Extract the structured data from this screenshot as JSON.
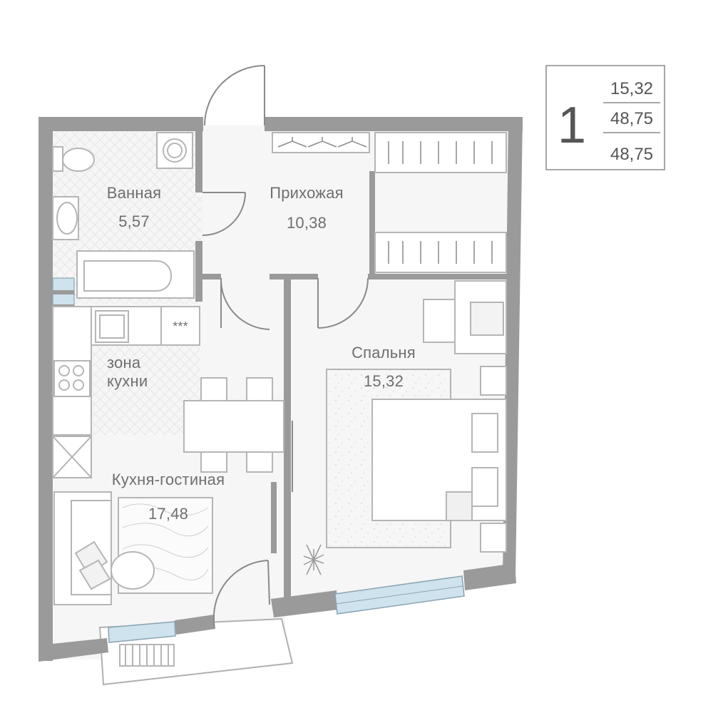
{
  "info": {
    "rooms_count": "1",
    "living_area": "15,32",
    "total_area": "48,75",
    "total_area_with_balcony": "48,75"
  },
  "rooms": {
    "bathroom": {
      "name": "Ванная",
      "area": "5,57"
    },
    "hallway": {
      "name": "Прихожая",
      "area": "10,38"
    },
    "bedroom": {
      "name": "Спальня",
      "area": "15,32"
    },
    "kitchen_zone": {
      "name_line1": "зона",
      "name_line2": "кухни"
    },
    "living_kitchen": {
      "name": "Кухня-гостиная",
      "area": "17,48"
    }
  },
  "stove_label": "***",
  "colors": {
    "wall": "#9a9a9a",
    "window": "#cfe3ee",
    "furniture_stroke": "#b5b5b5",
    "label": "#6f6f6f"
  }
}
